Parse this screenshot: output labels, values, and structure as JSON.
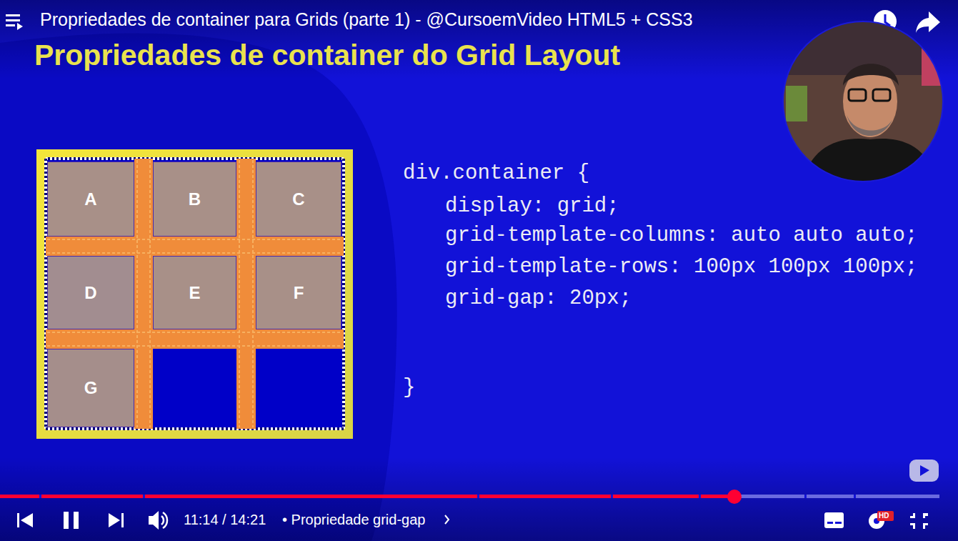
{
  "diagram": {
    "title": "Propriedades de container do Grid Layout",
    "nodes": [
      {
        "text": [
          "A"
        ]
      },
      {
        "text": [
          "B"
        ]
      },
      {
        "text": [
          "C"
        ]
      },
      {
        "text": [
          "D"
        ]
      },
      {
        "text": [
          "E"
        ]
      },
      {
        "text": [
          "F"
        ]
      },
      {
        "text": [
          "G"
        ]
      }
    ],
    "labels": [
      "Propriedades de container para Grids (parte 1) - @CursoemVideo HTML5 + CSS3",
      "div.container {",
      "display: grid;",
      "grid-template-columns: auto auto auto;",
      "grid-template-rows: 100px 100px 100px;",
      "grid-gap: 20px;",
      "}",
      "11:14 / 14:21",
      "• Propriedade grid-gap",
      "HD"
    ]
  }
}
